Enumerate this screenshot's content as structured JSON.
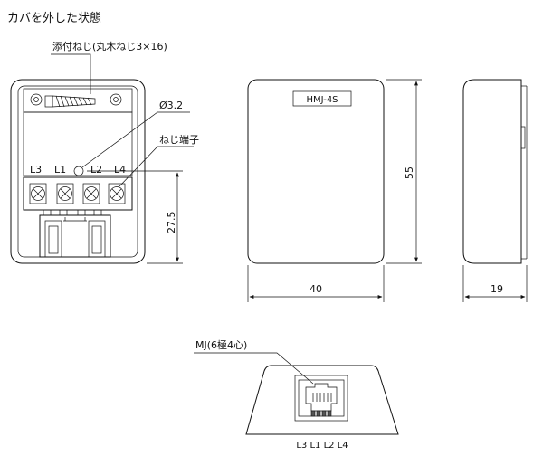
{
  "title": "カバを外した状態",
  "callouts": {
    "screw": "添付ねじ(丸木ねじ3×16)",
    "hole": "Ø3.2",
    "terminal": "ねじ端子",
    "jack": "MJ(6極4心)"
  },
  "terminal_labels": [
    "L3",
    "L1",
    "L2",
    "L4"
  ],
  "cover_label": "HMJ-4S",
  "dimensions": {
    "height_inner": "27.5",
    "height": "55",
    "width": "40",
    "depth": "19"
  },
  "jack_pin_labels": "L3 L1 L2 L4"
}
